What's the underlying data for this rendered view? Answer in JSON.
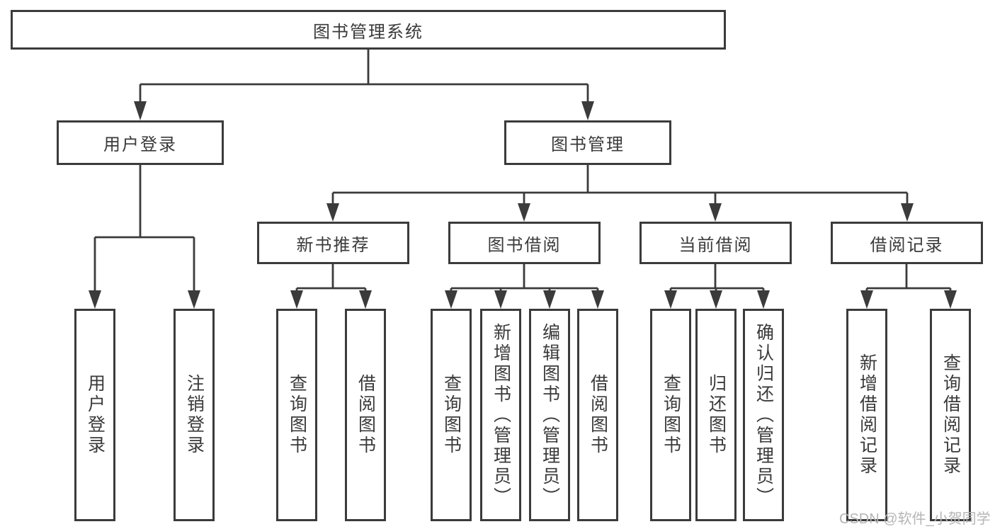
{
  "diagram": {
    "title": "图书管理系统",
    "branches": [
      {
        "label": "用户登录",
        "children": [
          "用户登录",
          "注销登录"
        ]
      },
      {
        "label": "图书管理",
        "modules": [
          {
            "label": "新书推荐",
            "children": [
              "查询图书",
              "借阅图书"
            ]
          },
          {
            "label": "图书借阅",
            "children": [
              "查询图书",
              "新增图书（管理员）",
              "编辑图书（管理员）",
              "借阅图书"
            ]
          },
          {
            "label": "当前借阅",
            "children": [
              "查询图书",
              "归还图书",
              "确认归还（管理员）"
            ]
          },
          {
            "label": "借阅记录",
            "children": [
              "新增借阅记录",
              "查询借阅记录"
            ]
          }
        ]
      }
    ]
  },
  "colors": {
    "line": "#3b3b3b",
    "text": "#3a3a3a",
    "watermark": "#b5b5b5"
  },
  "watermark": {
    "text": "CSDN @软件_小贺同学"
  }
}
